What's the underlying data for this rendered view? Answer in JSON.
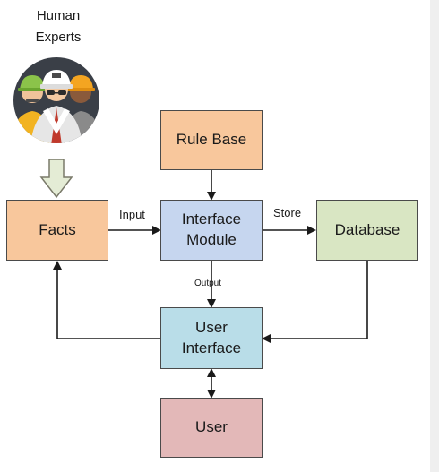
{
  "title": {
    "line1": "Human",
    "line2": "Experts"
  },
  "nodes": {
    "rule_base": {
      "label": "Rule Base",
      "color": "#f8c79c"
    },
    "facts": {
      "label": "Facts",
      "color": "#f8c79c"
    },
    "interface_module": {
      "line1": "Interface",
      "line2": "Module",
      "color": "#c6d6ef"
    },
    "database": {
      "label": "Database",
      "color": "#d9e6c3"
    },
    "user_interface": {
      "line1": "User",
      "line2": "Interface",
      "color": "#b9dde8"
    },
    "user": {
      "label": "User",
      "color": "#e3b8b8"
    }
  },
  "edges": {
    "input_label": "Input",
    "store_label": "Store",
    "output_label": "Output"
  },
  "icons": {
    "experts": "human-experts-icon",
    "arrow": "hollow-down-arrow-icon"
  }
}
